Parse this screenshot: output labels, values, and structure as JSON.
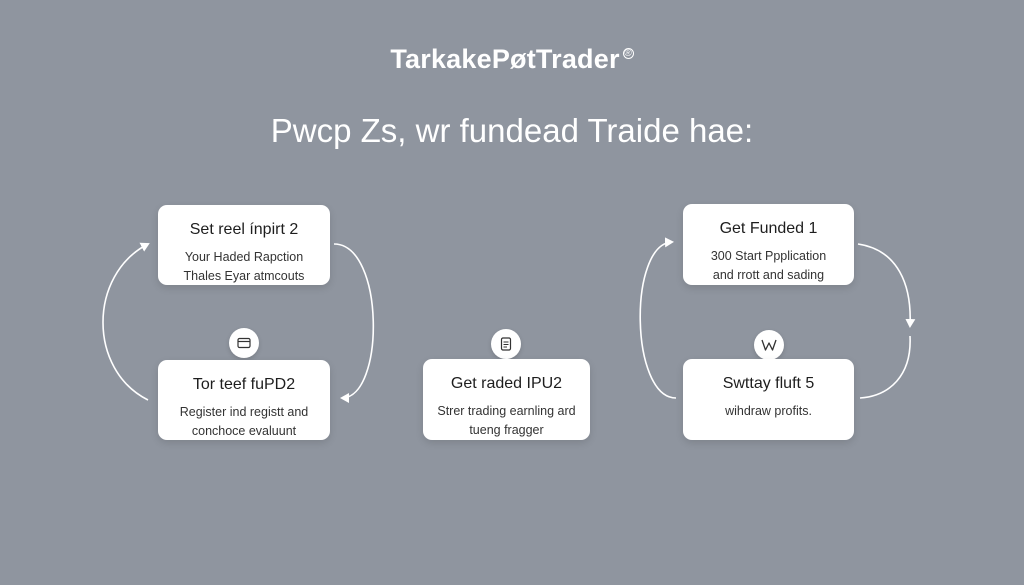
{
  "brand": {
    "name": "TarkakePøtTrader",
    "mark": "®"
  },
  "headline": "Pwcp Zs, wr fundead Traide hae:",
  "cards": {
    "set": {
      "title": "Set reel ínpirt 2",
      "line1": "Your Haded Rapction",
      "line2": "Thales Eyar atmcouts"
    },
    "tor": {
      "title": "Tor teef fuPD2",
      "line1": "Register ind registt and",
      "line2": "conchoce evaluunt"
    },
    "get_raded": {
      "title": "Get raded IPU2",
      "line1": "Strer trading earnling ard",
      "line2": "tueng fragger"
    },
    "get_funded": {
      "title": "Get Funded 1",
      "line1": "300 Start Ppplication",
      "line2": "and rrott and sading"
    },
    "swttay": {
      "title": "Swttay fluft 5",
      "line1": "wihdraw profits."
    }
  },
  "icons": {
    "wallet": "wallet-icon",
    "document": "document-icon",
    "logo": "w-logo-icon"
  },
  "colors": {
    "background": "#8f959f",
    "card": "#ffffff",
    "arrow": "#ffffff"
  }
}
